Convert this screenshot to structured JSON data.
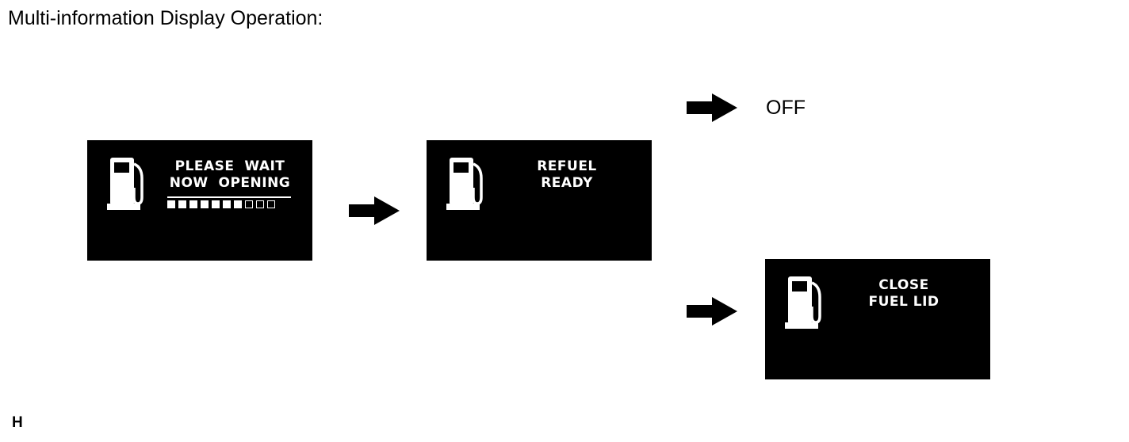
{
  "title": "Multi-information Display Operation:",
  "corner_mark": "H",
  "off_label": "OFF",
  "screens": {
    "opening": {
      "icon": "fuel-pump-icon",
      "lines": [
        "PLEASE  WAIT",
        "NOW  OPENING"
      ],
      "progress": {
        "filled": 7,
        "total": 10
      }
    },
    "ready": {
      "icon": "fuel-pump-icon",
      "lines": [
        "REFUEL",
        "READY"
      ]
    },
    "close": {
      "icon": "fuel-pump-icon",
      "lines": [
        "CLOSE",
        "FUEL LID"
      ]
    }
  },
  "arrows": [
    "right-arrow-icon",
    "right-arrow-icon",
    "right-arrow-icon"
  ],
  "colors": {
    "screen_bg": "#000000",
    "screen_fg": "#ffffff",
    "arrow": "#000000"
  }
}
